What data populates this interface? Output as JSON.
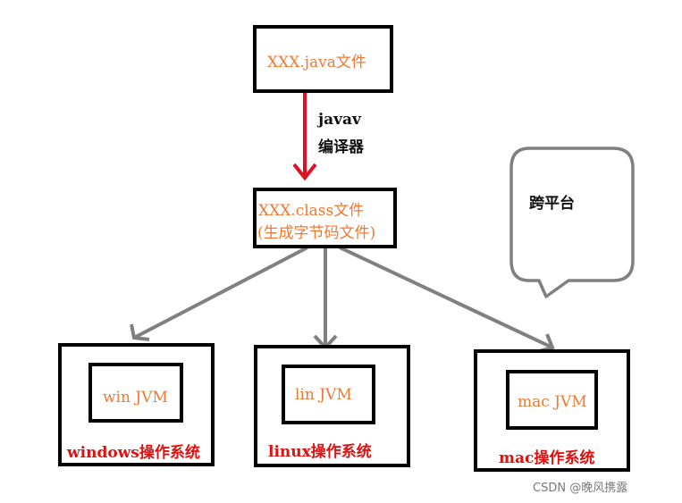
{
  "source_file": "XXX.java文件",
  "compiler": {
    "line1": "javav",
    "line2": "编译器"
  },
  "class_file": {
    "line1": "XXX.class文件",
    "line2": "(生成字节码文件)"
  },
  "cross_platform": "跨平台",
  "platforms": [
    {
      "jvm": "win JVM",
      "os": "windows操作系统"
    },
    {
      "jvm": "lin JVM",
      "os": "linux操作系统"
    },
    {
      "jvm": "mac JVM",
      "os": "mac操作系统"
    }
  ],
  "watermark": "CSDN @晚风携露",
  "colors": {
    "orange": "#f07830",
    "red": "#e01010",
    "arrow_red": "#e01020",
    "arrow_gray": "#808080"
  }
}
